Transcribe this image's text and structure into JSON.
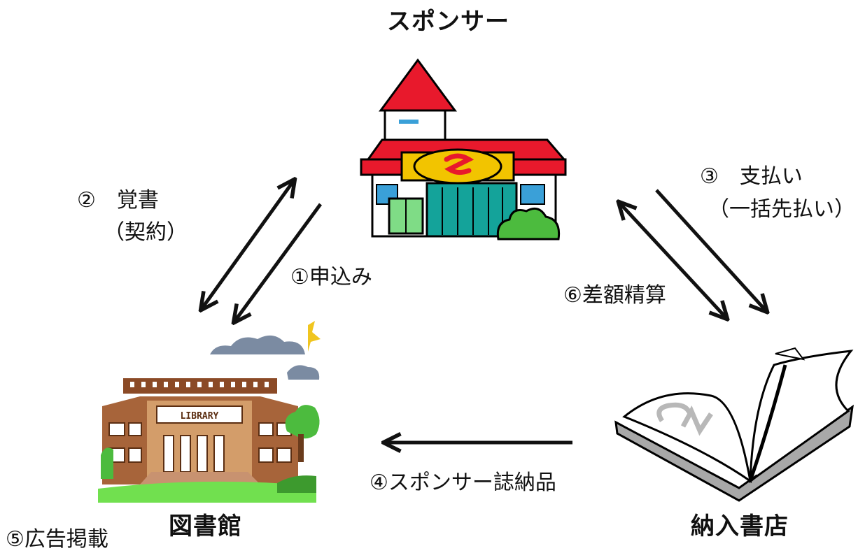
{
  "nodes": {
    "sponsor": "スポンサー",
    "library": "図書館",
    "bookstore": "納入書店"
  },
  "steps": {
    "s1": "①申込み",
    "s2_line1": "②　覚書",
    "s2_line2": "（契約）",
    "s3_line1": "③　支払い",
    "s3_line2": "（一括先払い）",
    "s4": "④スポンサー誌納品",
    "s5": "⑤広告掲載",
    "s6": "⑥差額精算"
  },
  "illustration_text": {
    "library_sign": "LIBRARY"
  }
}
